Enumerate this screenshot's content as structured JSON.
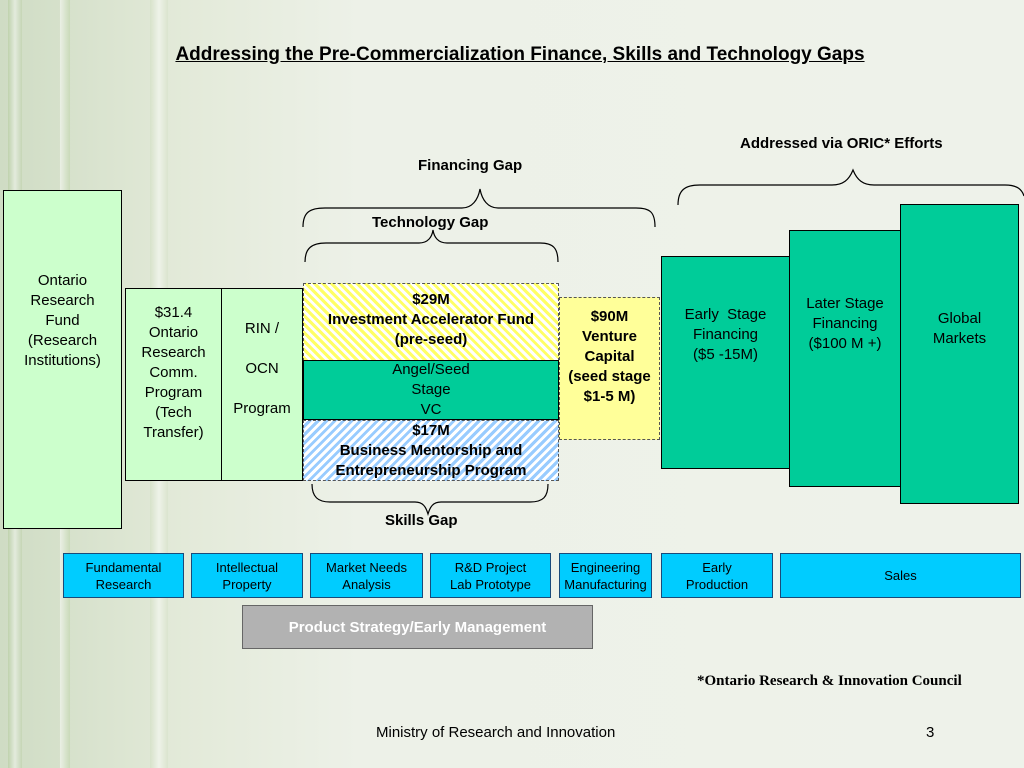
{
  "title": "Addressing the Pre-Commercialization Finance, Skills and Technology Gaps",
  "labels": {
    "financing_gap": "Financing Gap",
    "technology_gap": "Technology Gap",
    "addressed_via_oric": "Addressed via ORIC* Efforts",
    "skills_gap": "Skills Gap"
  },
  "boxes": {
    "ontario_research_fund": [
      "Ontario",
      "Research",
      "Fund",
      "(Research",
      "Institutions)"
    ],
    "orc_program": [
      "$31.4",
      "Ontario",
      "Research",
      "Comm.",
      "Program",
      "(Tech",
      "Transfer)"
    ],
    "rin_ocn": [
      "RIN /",
      "",
      "OCN",
      "",
      "Program"
    ],
    "investment_accelerator": [
      "$29M",
      "Investment Accelerator Fund",
      "(pre-seed)"
    ],
    "angel_seed": [
      "Angel/Seed",
      "Stage",
      "VC"
    ],
    "business_mentorship": [
      "$17M",
      "Business Mentorship and",
      "Entrepreneurship Program"
    ],
    "venture_capital": [
      "$90M",
      "Venture",
      "Capital",
      "(seed stage",
      "$1-5 M)"
    ],
    "early_stage": [
      "Early  Stage",
      "Financing",
      "($5 -15M)"
    ],
    "later_stage": [
      "Later Stage",
      "Financing",
      "($100 M +)"
    ],
    "global_markets": [
      "Global",
      "Markets"
    ]
  },
  "stages": [
    [
      "Fundamental",
      "Research"
    ],
    [
      "Intellectual",
      "Property"
    ],
    [
      "Market Needs",
      "Analysis"
    ],
    [
      "R&D Project",
      "Lab Prototype"
    ],
    [
      "Engineering",
      "Manufacturing"
    ],
    [
      "Early",
      "Production"
    ],
    [
      "Sales"
    ]
  ],
  "product_strategy": "Product Strategy/Early Management",
  "footnote": "*Ontario Research & Innovation Council",
  "footer": {
    "ministry": "Ministry of Research and Innovation",
    "page_number": "3"
  },
  "colors": {
    "light_green": "#ccffcc",
    "teal_green": "#00cc99",
    "pale_yellow": "#ffff99",
    "cyan": "#00ccff",
    "gray": "#b2b2b2"
  }
}
